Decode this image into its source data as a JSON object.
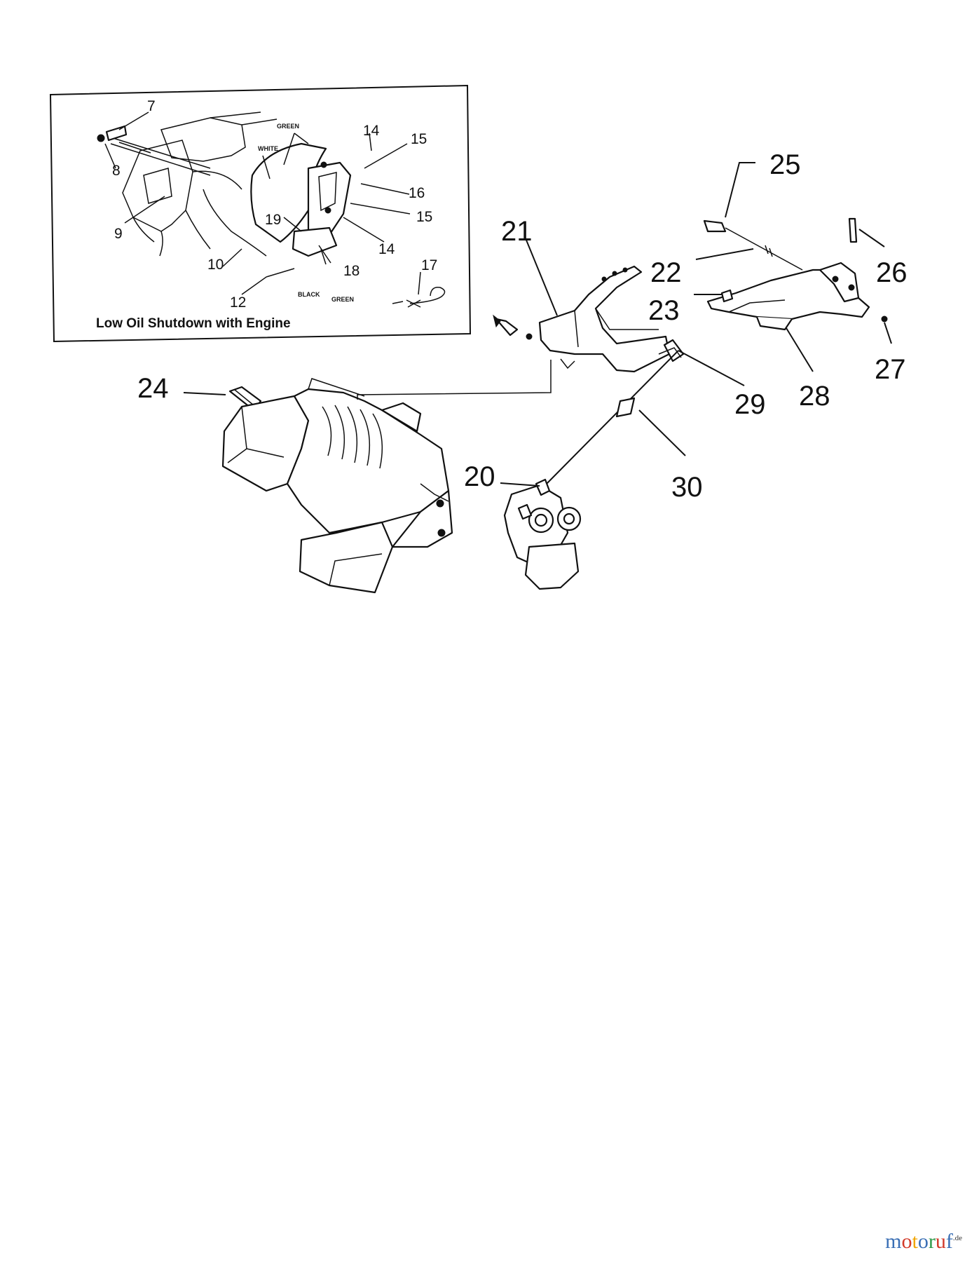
{
  "diagram": {
    "inset": {
      "caption": "Low Oil Shutdown with Engine",
      "callouts": [
        "7",
        "8",
        "9",
        "10",
        "12",
        "14",
        "15",
        "16",
        "15",
        "14",
        "18",
        "19",
        "17"
      ],
      "wire_labels": [
        "GREEN",
        "WHITE",
        "BLACK",
        "GREEN"
      ]
    },
    "callouts": [
      "20",
      "21",
      "22",
      "23",
      "24",
      "25",
      "26",
      "27",
      "28",
      "29",
      "30"
    ]
  },
  "watermark": {
    "text": "motoruf",
    "suffix": ".de",
    "colors": [
      "#3a6fb5",
      "#d23a2a",
      "#f0a500",
      "#3a6fb5",
      "#2e9a4a",
      "#d23a2a",
      "#3a6fb5"
    ]
  }
}
